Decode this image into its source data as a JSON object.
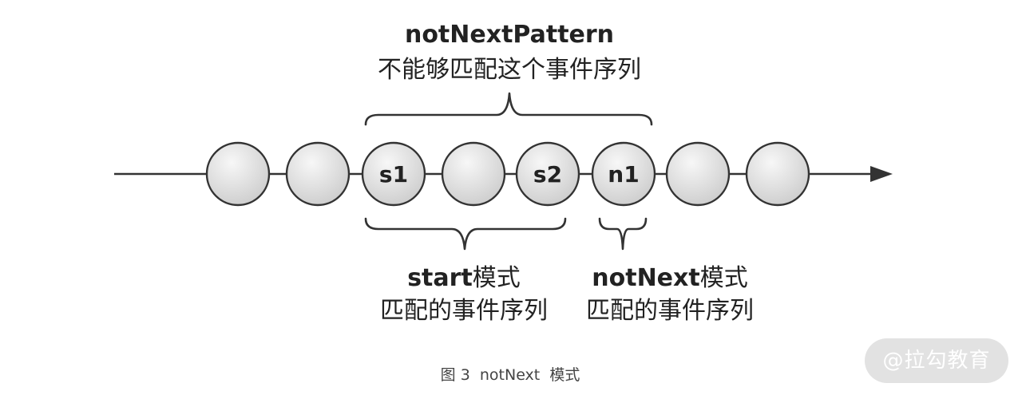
{
  "top_label": {
    "name": "notNextPattern",
    "description": "不能够匹配这个事件序列"
  },
  "nodes": [
    {
      "label": ""
    },
    {
      "label": ""
    },
    {
      "label": "s1"
    },
    {
      "label": ""
    },
    {
      "label": "s2"
    },
    {
      "label": "n1"
    },
    {
      "label": ""
    },
    {
      "label": ""
    }
  ],
  "bottom_labels": {
    "start": {
      "name": "start",
      "suffix": "模式",
      "description": "匹配的事件序列"
    },
    "notnext": {
      "name": "notNext",
      "suffix": "模式",
      "description": "匹配的事件序列"
    }
  },
  "caption": "图 3  notNext  模式",
  "watermark": "@拉勾教育",
  "colors": {
    "node_fill_light": "#f4f4f4",
    "node_fill_dark": "#cfcfcf",
    "stroke": "#333333",
    "watermark_bg": "#e2e2e2"
  }
}
